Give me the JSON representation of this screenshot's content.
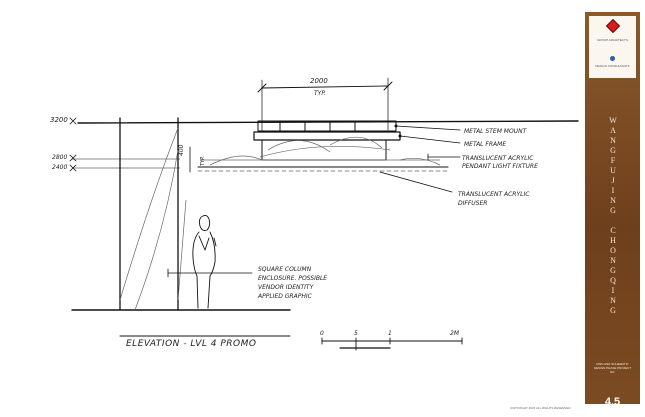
{
  "drawing": {
    "dim_spacing": "2000",
    "dim_typ": "TYP.",
    "level_top": "3200",
    "level_upper": "2800",
    "level_lower": "2400",
    "dim_pendant_drop": "400",
    "dim_pendant_typ": "TYP.",
    "notes": {
      "metal_stem_mount": "METAL STEM MOUNT",
      "metal_frame": "METAL FRAME",
      "translucent_fixture_line1": "TRANSLUCENT ACRYLIC",
      "translucent_fixture_line2": "PENDANT LIGHT FIXTURE",
      "diffuser_line1": "TRANSLUCENT ACRYLIC",
      "diffuser_line2": "DIFFUSER",
      "column_line1": "SQUARE COLUMN",
      "column_line2": "ENCLOSURE. POSSIBLE",
      "column_line3": "VENDOR IDENTITY",
      "column_line4": "APPLIED GRAPHIC"
    },
    "caption": "ELEVATION - LVL 4 PROMO",
    "scale_labels": [
      "0",
      "5",
      "1",
      "2M"
    ]
  },
  "title_block": {
    "logo_text": "GROUP ARCHITECTS",
    "logo_sub": "DESIGN CONSULTANTS",
    "project_word1": "WANGFUJING",
    "project_word2": "CHONGQING",
    "info": "DWG REF  SCHEMATIC DESIGN PHASE  PROJECT NO.",
    "sheet_number": "4.5",
    "background_color": "#7a4a22"
  },
  "footer_note": "COPYRIGHT 2007 ALL RIGHTS RESERVED"
}
